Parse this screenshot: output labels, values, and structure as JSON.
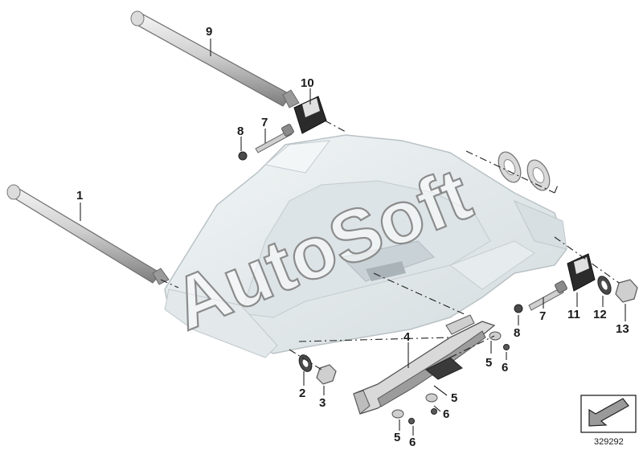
{
  "watermark": {
    "text": "AutoSoft"
  },
  "reference_number": "329292",
  "callouts": {
    "c1": "1",
    "c2": "2",
    "c3": "3",
    "c4": "4",
    "c5a": "5",
    "c5b": "5",
    "c5c": "5",
    "c6a": "6",
    "c6b": "6",
    "c6c": "6",
    "c7a": "7",
    "c7b": "7",
    "c8a": "8",
    "c8b": "8",
    "c9": "9",
    "c10": "10",
    "c11": "11",
    "c12": "12",
    "c13": "13"
  },
  "colors": {
    "swingarm_fill": "#e9eef0",
    "swingarm_shade": "#c9d2d6",
    "metal_light": "#e6e6e6",
    "metal_dark": "#7a7a7a",
    "black_part": "#2b2b2b",
    "leader": "#222222"
  },
  "icons": {
    "nav_arrow": "arrow-down-left-icon"
  }
}
